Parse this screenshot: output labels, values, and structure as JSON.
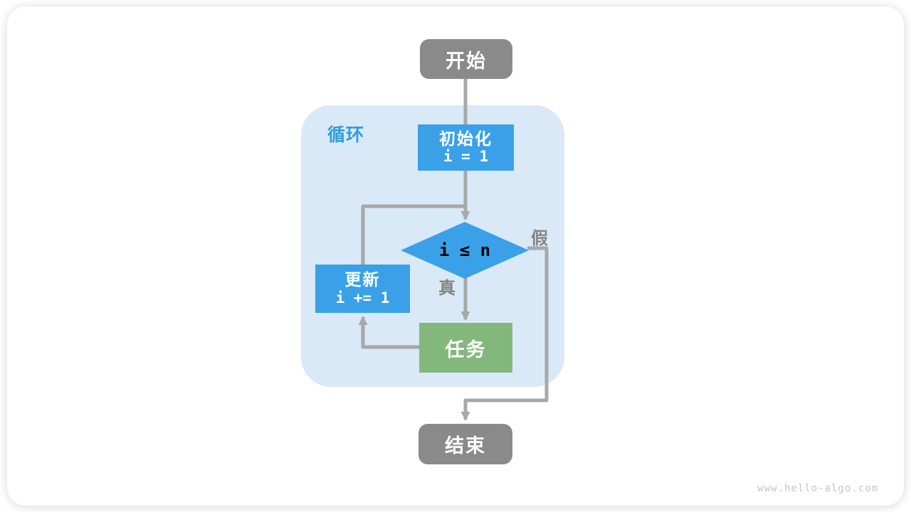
{
  "diagram": {
    "container": {
      "label": "循环"
    },
    "nodes": {
      "start": {
        "label": "开始"
      },
      "init": {
        "title": "初始化",
        "code": "i = 1"
      },
      "condition": {
        "code": "i ≤ n"
      },
      "update": {
        "title": "更新",
        "code": "i += 1"
      },
      "task": {
        "label": "任务"
      },
      "end": {
        "label": "结束"
      }
    },
    "edge_labels": {
      "true_label": "真",
      "false_label": "假"
    },
    "colors": {
      "node_blue": "#3aa1e8",
      "node_green": "#83b87d",
      "node_gray": "#8a8a8a",
      "container_blue": "#d9e9f7",
      "line_gray": "#a8a8a8",
      "edge_label_gray": "#858585",
      "loop_label_blue": "#2f9de2"
    },
    "watermark": "www.hello-algo.com"
  }
}
